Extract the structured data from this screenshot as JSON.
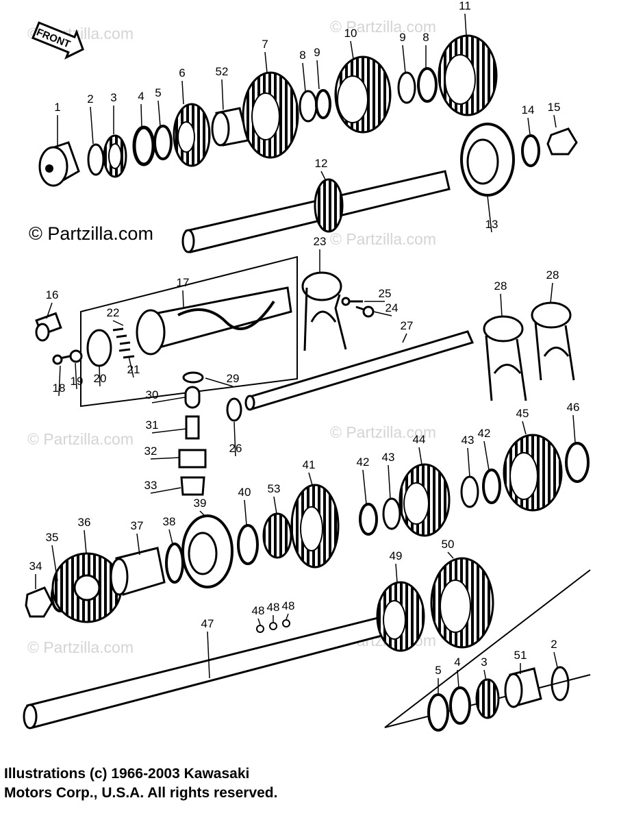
{
  "watermark": "© Partzilla.com",
  "copyright_main": "© Partzilla.com",
  "front_label": "FRONT",
  "footer": {
    "line1": "Illustrations (c) 1966-2003 Kawasaki",
    "line2": "Motors Corp., U.S.A.  All rights reserved."
  },
  "callouts": [
    "1",
    "2",
    "3",
    "4",
    "5",
    "6",
    "52",
    "7",
    "8",
    "9",
    "10",
    "9",
    "8",
    "11",
    "14",
    "15",
    "12",
    "13",
    "23",
    "16",
    "17",
    "22",
    "25",
    "24",
    "28",
    "28",
    "27",
    "18",
    "19",
    "20",
    "21",
    "29",
    "30",
    "31",
    "26",
    "32",
    "33",
    "45",
    "46",
    "44",
    "43",
    "42",
    "43",
    "42",
    "41",
    "53",
    "40",
    "39",
    "36",
    "37",
    "38",
    "35",
    "34",
    "49",
    "50",
    "48",
    "48",
    "48",
    "47",
    "2",
    "51",
    "3",
    "4",
    "5"
  ]
}
